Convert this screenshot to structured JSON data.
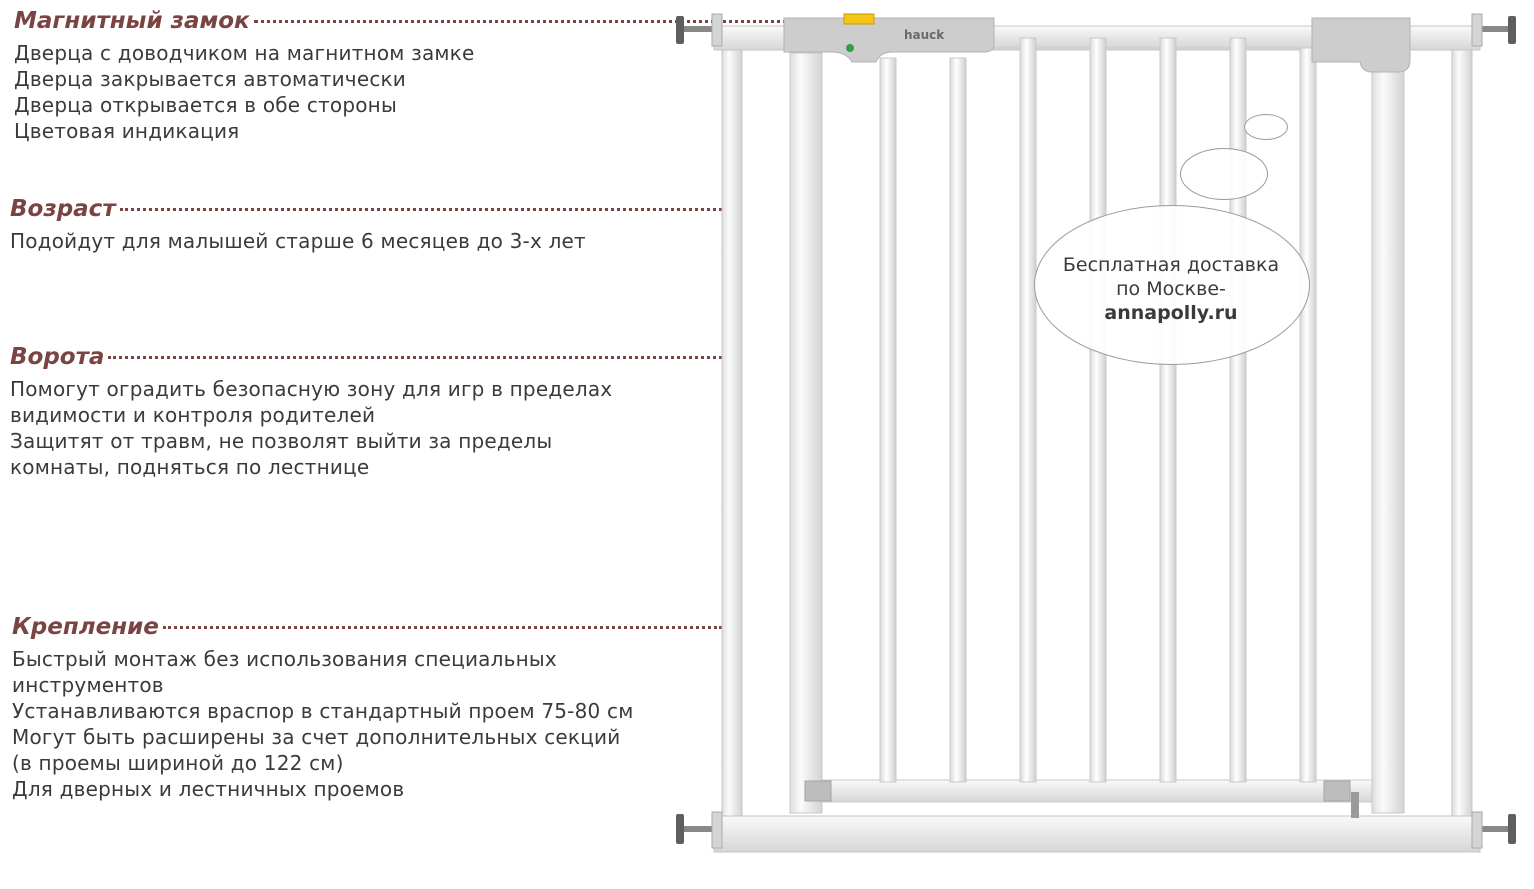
{
  "sections": [
    {
      "title": "Магнитный замок",
      "lines": [
        "Дверца с доводчиком на магнитном замке",
        "Дверца закрывается автоматически",
        "Дверца открывается в обе стороны",
        "Цветовая индикация"
      ]
    },
    {
      "title": "Возраст",
      "lines": [
        "Подойдут для малышей старше 6 месяцев до 3-х лет"
      ]
    },
    {
      "title": "Ворота",
      "lines": [
        "Помогут оградить безопасную зону для игр в пределах",
        "видимости и контроля родителей",
        "Защитят от травм, не позволят выйти за пределы",
        "комнаты, подняться по лестнице"
      ]
    },
    {
      "title": "Крепление",
      "lines": [
        "Быстрый монтаж без использования специальных",
        "инструментов",
        "Устанавливаются враспор в стандартный проем 75-80 см",
        "Могут быть расширены за счет дополнительных секций",
        "(в проемы шириной до 122 см)",
        "Для дверных и лестничных проемов"
      ]
    }
  ],
  "promo": {
    "line1": "Бесплатная доставка",
    "line2": "по Москве-",
    "site": "annapolly.ru"
  },
  "brand": "hauck",
  "colors": {
    "accent": "#7a4443",
    "text": "#3b3b3b",
    "gate": "#f2f2f2",
    "lock": "#c8c8c8",
    "lock_indicator": "#f5c518"
  }
}
